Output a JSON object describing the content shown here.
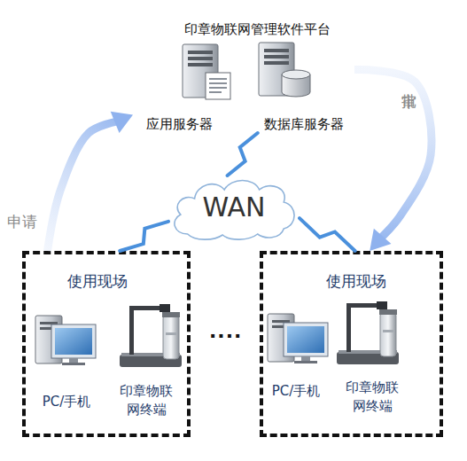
{
  "diagram": {
    "title": "印章物联网管理软件平台",
    "nodes": [
      {
        "text": [
          "应用服务器"
        ]
      },
      {
        "text": [
          "数据库服务器"
        ]
      },
      {
        "text": [
          "WAN"
        ]
      },
      {
        "text": [
          "使用现场"
        ]
      },
      {
        "text": [
          "PC/手机"
        ],
        "in": 3
      },
      {
        "text": [
          "印章物联网终端"
        ],
        "in": 3
      },
      {
        "text": [
          "使用现场"
        ]
      },
      {
        "text": [
          "PC/手机"
        ],
        "in": 6
      },
      {
        "text": [
          "印章物联网终端"
        ],
        "in": 6
      }
    ],
    "edges": [
      {
        "from": 2,
        "to": 1,
        "arrow": "none"
      },
      {
        "from": 2,
        "to": 3,
        "arrow": "none"
      },
      {
        "from": 2,
        "to": 6,
        "arrow": "none"
      },
      {
        "from": 3,
        "to": 0,
        "label": "申请",
        "arrow": "to"
      },
      {
        "from": 1,
        "to": 6,
        "label": "审批",
        "arrow": "to"
      }
    ],
    "labels": [
      "····"
    ]
  }
}
